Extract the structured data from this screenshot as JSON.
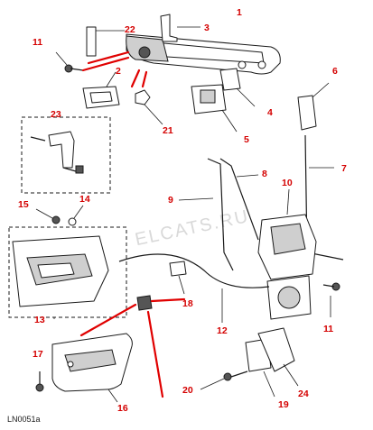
{
  "diagram": {
    "reference_code": "LN0051a",
    "watermark": "ELCATS.RU",
    "highlight_color": "#e00000",
    "callout_color": "#d40000",
    "callouts": [
      "1",
      "2",
      "3",
      "4",
      "5",
      "6",
      "7",
      "8",
      "9",
      "10",
      "11",
      "11",
      "12",
      "13",
      "14",
      "15",
      "16",
      "17",
      "18",
      "19",
      "20",
      "21",
      "22",
      "23",
      "24"
    ]
  }
}
